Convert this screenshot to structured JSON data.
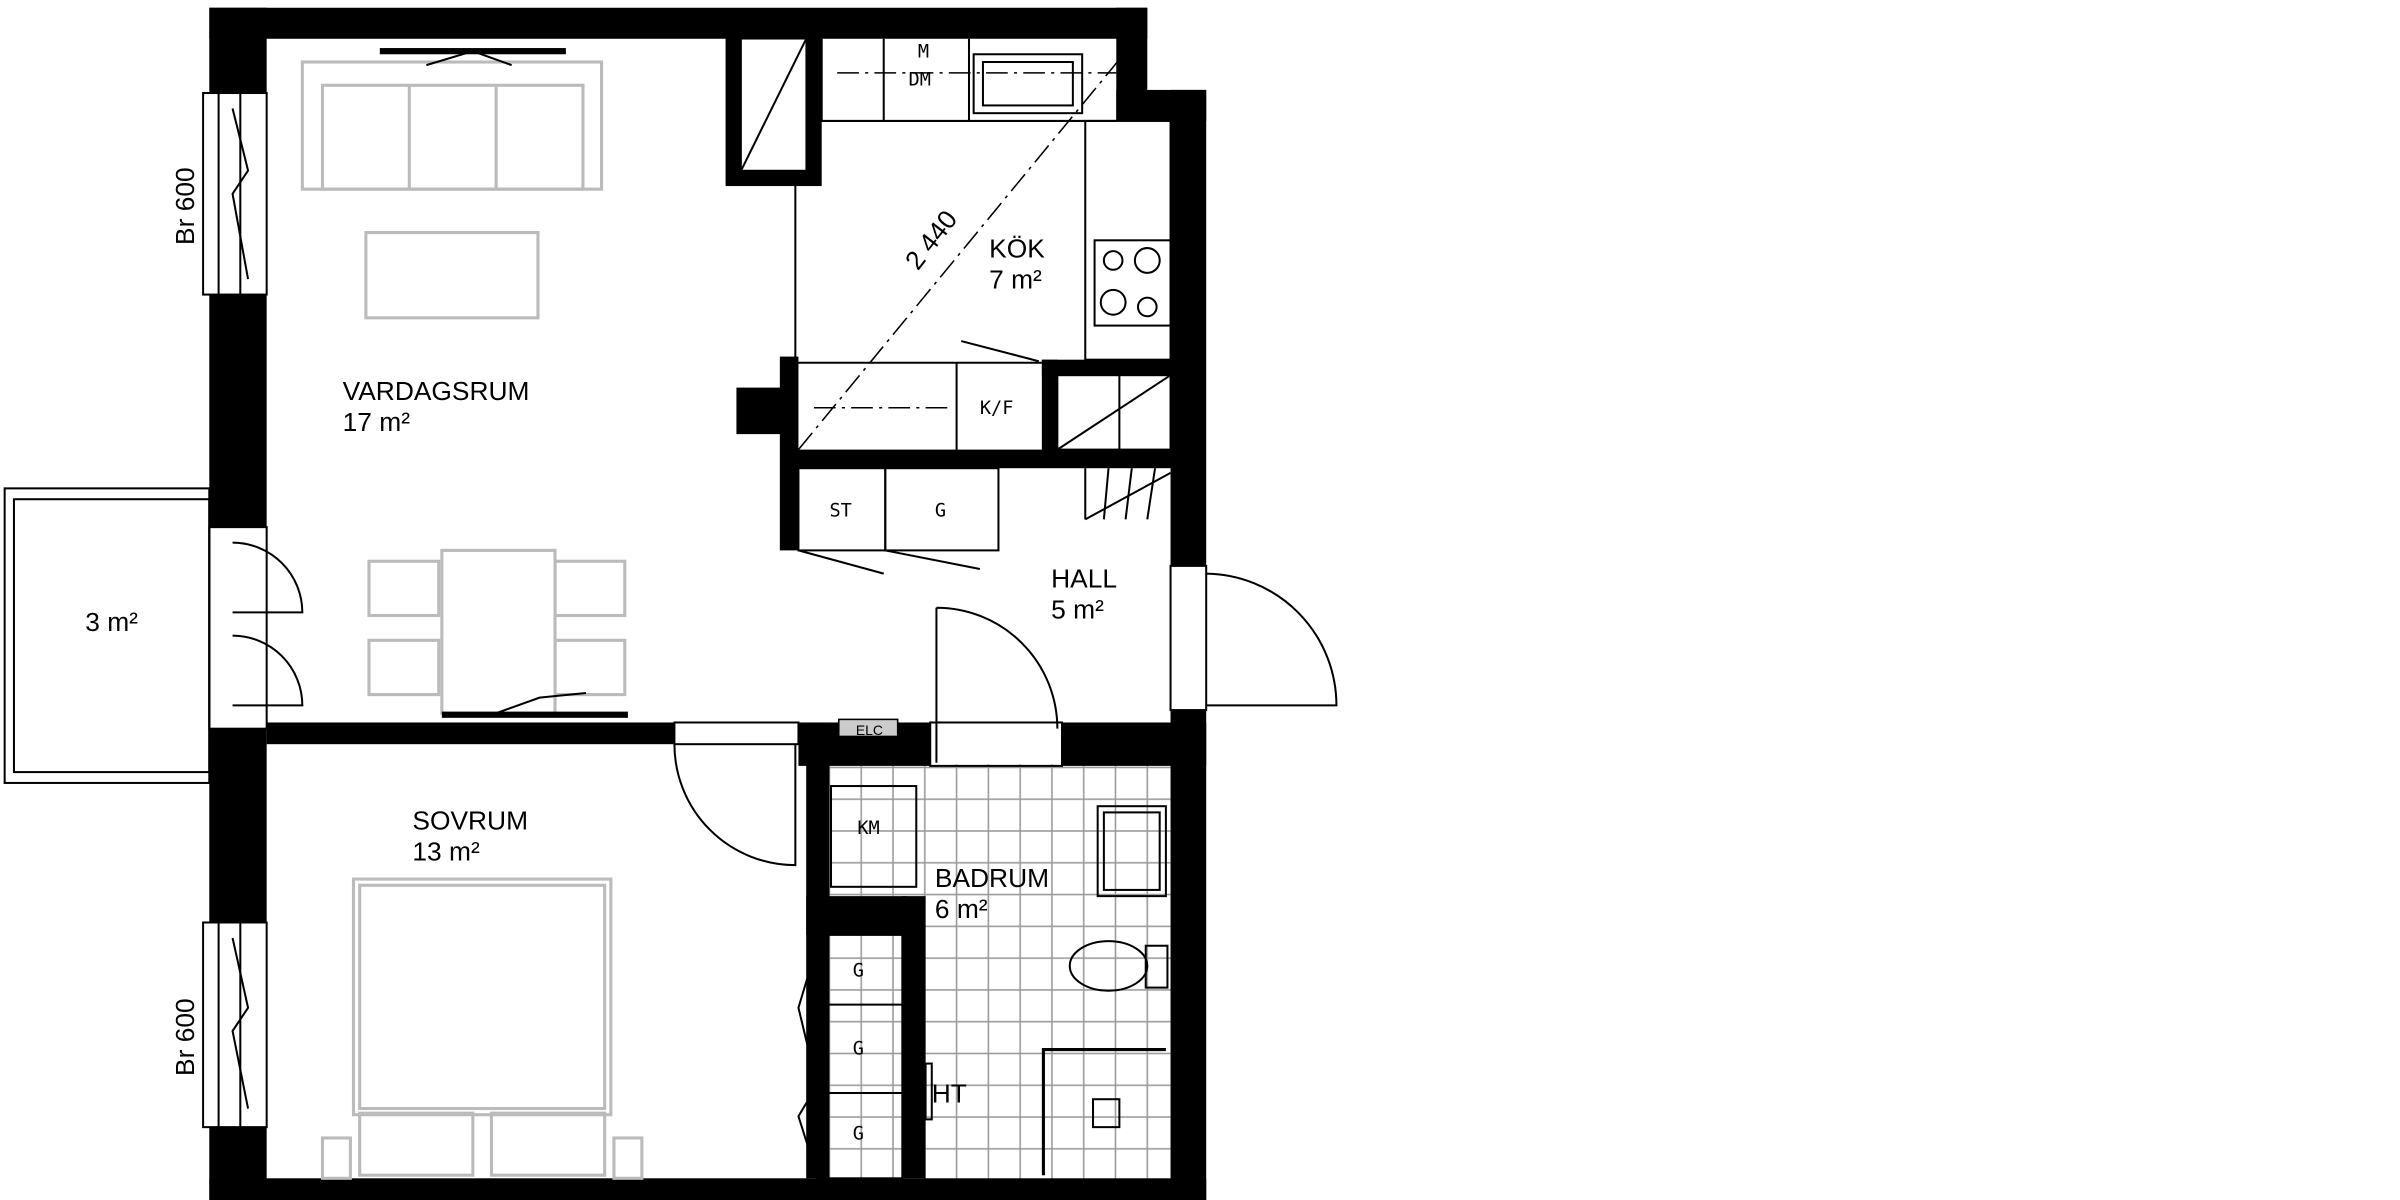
{
  "rooms": {
    "living": {
      "name": "VARDAGSRUM",
      "area": "17 m²"
    },
    "kitchen": {
      "name": "KÖK",
      "area": "7 m²"
    },
    "hall": {
      "name": "HALL",
      "area": "5 m²"
    },
    "bedroom": {
      "name": "SOVRUM",
      "area": "13 m²"
    },
    "bathroom": {
      "name": "BADRUM",
      "area": "6 m²"
    },
    "balcony": {
      "area": "3 m²"
    }
  },
  "windows": [
    "Br 600",
    "Br 600"
  ],
  "fixtures": {
    "microwave": "M",
    "dishwasher": "DM",
    "fridge_freezer": "K/F",
    "cleaning_closet": "ST",
    "wardrobe": "G",
    "washer": "KM",
    "towel_rail": "HT",
    "electrical": "ELC",
    "dimension": "2 440"
  },
  "colors": {
    "wall": "#000000",
    "furniture": "#bbbbbb",
    "tile": "#999999"
  }
}
